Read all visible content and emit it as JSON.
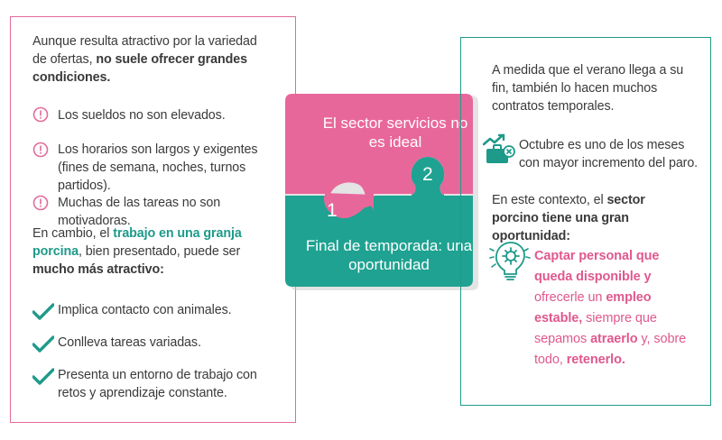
{
  "left": {
    "intro": {
      "p1": "Aunque resulta atractivo por la variedad de ofertas, ",
      "p2": "no suele ofrecer grandes condiciones."
    },
    "warnings": [
      "Los sueldos no son elevados.",
      "Los horarios son largos y exigentes (fines de semana, noches, turnos partidos).",
      "Muchas de las tareas no son motivadoras."
    ],
    "contrast": {
      "p1": "En cambio, el ",
      "p2": "trabajo en una granja porcina",
      "p3": ", bien presentado, puede ser ",
      "p4": "mucho más atractivo:"
    },
    "checks": [
      "Implica contacto con animales.",
      "Conlleva tareas variadas.",
      "Presenta un entorno de trabajo con retos y aprendizaje constante."
    ]
  },
  "puzzle": {
    "top_text": "El sector servicios no es ideal",
    "top_number": "2",
    "bottom_text": "Final de temporada: una oportunidad",
    "bottom_number": "1",
    "top_color": "#e8679a",
    "bottom_color": "#1fa291"
  },
  "right": {
    "intro": "A medida que el verano llega a su fin, también lo hacen muchos contratos temporales.",
    "stat": "Octubre es uno de los meses con mayor incremento del paro.",
    "context": {
      "p1": "En este contexto, el ",
      "p2": "sector porcino",
      "p3": " tiene una gran oportunidad:"
    },
    "highlight": {
      "p1": "Captar personal que queda disponible y",
      "p2": " ofrecerle un ",
      "p3": "empleo estable,",
      "p4": " siempre que sepamos ",
      "p5": "atraerlo",
      "p6": " y, sobre todo, ",
      "p7": "retenerlo."
    }
  },
  "colors": {
    "pink": "#e26b9a",
    "teal": "#1e9a8a",
    "text": "#3a3a3a"
  }
}
